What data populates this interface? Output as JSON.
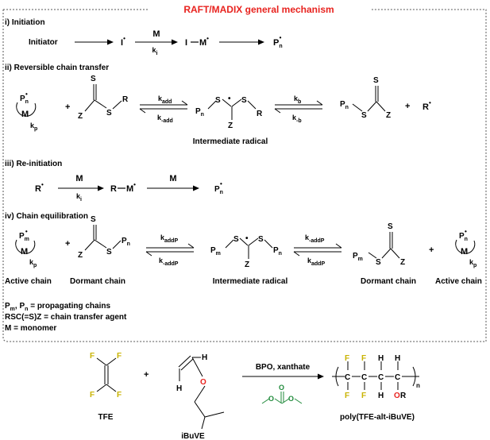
{
  "title": "RAFT/MADIX general mechanism",
  "colors": {
    "title": "#e8231f",
    "fluorine": "#c9b300",
    "oxygen": "#e8231f",
    "xanthate": "#1f8a3a",
    "box_border": "#555555"
  },
  "symbols": {
    "dot": "•"
  },
  "sections": {
    "initiation": {
      "label": "i) Initiation",
      "initiator": "Initiator",
      "I": "I",
      "M": "M",
      "k": "k",
      "k_sub": "i",
      "IM_I": "I",
      "IM_M": "M",
      "P": "P",
      "P_sub": "n"
    },
    "reversible": {
      "label": "ii) Reversible chain transfer",
      "P": "P",
      "P_sub": "n",
      "M": "M",
      "kp": "k",
      "kp_sub": "p",
      "plus": "+",
      "S": "S",
      "Z": "Z",
      "R": "R",
      "k1f": "k",
      "k1f_sub": "add",
      "k1r": "k",
      "k1r_sub": "-add",
      "k2f": "k",
      "k2f_sub": "b",
      "k2r": "k",
      "k2r_sub": "-b",
      "inter_label": "Intermediate radical",
      "R_rad": "R"
    },
    "reinit": {
      "label": "iii) Re-initiation",
      "R": "R",
      "M": "M",
      "k": "k",
      "k_sub": "i",
      "RM_R": "R",
      "RM_M": "M",
      "P": "P",
      "P_sub": "n"
    },
    "equil": {
      "label": "iv) Chain equilibration",
      "P": "P",
      "P_sub_m": "m",
      "P_sub_n": "n",
      "M": "M",
      "kp": "k",
      "kp_sub": "p",
      "S": "S",
      "Z": "Z",
      "plus": "+",
      "k1f": "k",
      "k1f_sub": "addP",
      "k1r": "k",
      "k1r_sub": "-addP",
      "k2f": "k",
      "k2f_sub": "-addP",
      "k2r": "k",
      "k2r_sub": "addP",
      "active": "Active chain",
      "dormant": "Dormant chain",
      "inter_label": "Intermediate radical"
    },
    "legend": {
      "line1_a": "P",
      "line1_m": "m",
      "line1_b": ", P",
      "line1_n": "n",
      "line1_c": " = propagating chains",
      "line2": "RSC(=S)Z = chain transfer agent",
      "line3": "M = monomer"
    }
  },
  "bottom": {
    "F": "F",
    "H": "H",
    "O": "O",
    "C": "C",
    "plus": "+",
    "tfe": "TFE",
    "ibuve": "iBuVE",
    "conditions": "BPO, xanthate",
    "product": "poly(TFE-alt-iBuVE)",
    "R": "R",
    "n": "n"
  }
}
